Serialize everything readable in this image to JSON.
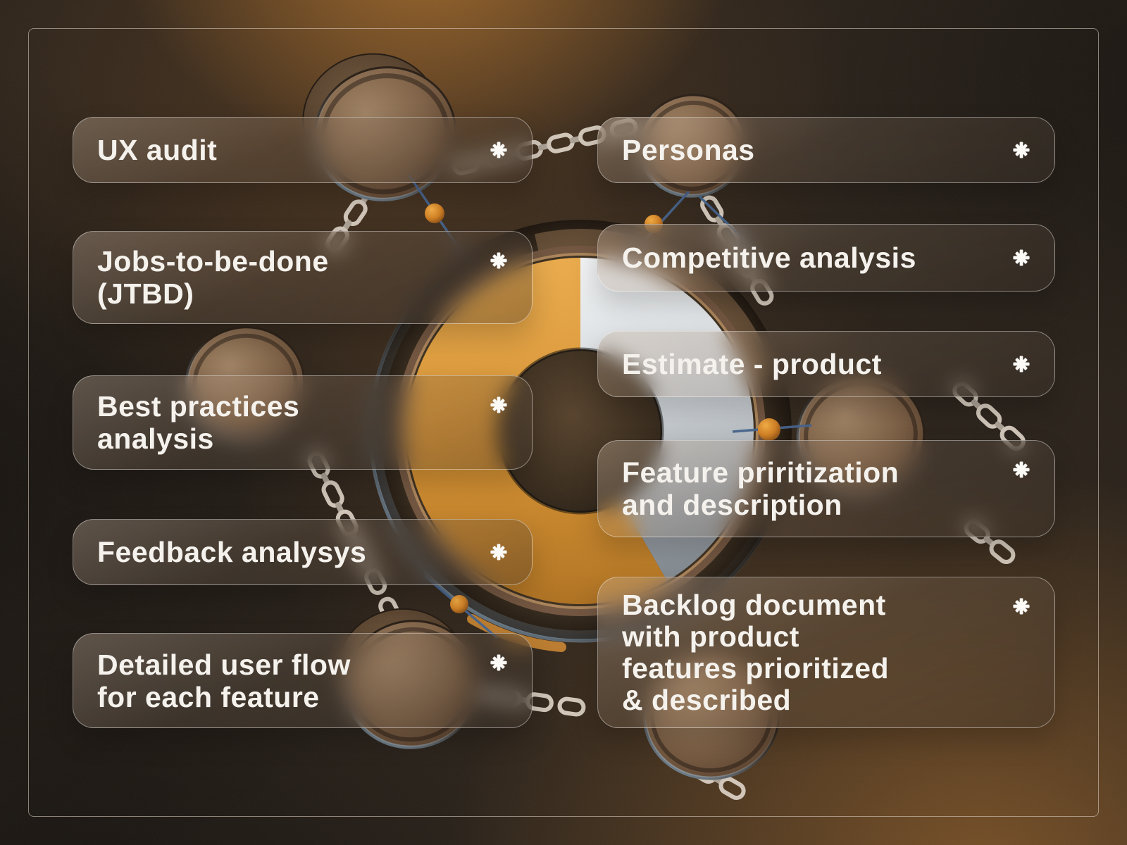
{
  "poster": {
    "title": "UX deliverables poster",
    "colors": {
      "background_brown": "#251d15",
      "glow_orange": "#c87a28",
      "wheel_orange": "#d8922f",
      "wheel_silver": "#dfe2e5",
      "card_text": "#f5f2ed",
      "chain_silver": "#cfc4b6",
      "ball_orange": "#e0912f",
      "frame_line": "#e2d6c8"
    }
  },
  "cards": [
    {
      "id": "ux-audit",
      "column": "left",
      "label": "UX audit",
      "icon": "asterisk-icon"
    },
    {
      "id": "jtbd",
      "column": "left",
      "label": "Jobs-to-be-done\n(JTBD)",
      "icon": "asterisk-icon"
    },
    {
      "id": "best-practices",
      "column": "left",
      "label": "Best practices\nanalysis",
      "icon": "asterisk-icon"
    },
    {
      "id": "feedback-analysis",
      "column": "left",
      "label": "Feedback analysys",
      "icon": "asterisk-icon"
    },
    {
      "id": "detailed-user-flow",
      "column": "left",
      "label": "Detailed user flow\nfor each feature",
      "icon": "asterisk-icon"
    },
    {
      "id": "personas",
      "column": "right",
      "label": "Personas",
      "icon": "asterisk-icon"
    },
    {
      "id": "competitive-analysis",
      "column": "right",
      "label": "Competitive analysis",
      "icon": "asterisk-icon"
    },
    {
      "id": "estimate-product",
      "column": "right",
      "label": "Estimate - product",
      "icon": "asterisk-icon"
    },
    {
      "id": "feature-prioritization",
      "column": "right",
      "label": "Feature priritization\nand description",
      "icon": "asterisk-icon"
    },
    {
      "id": "backlog-document",
      "column": "right",
      "label": "Backlog document\nwith product\nfeatures prioritized\n& described",
      "icon": "asterisk-icon"
    }
  ]
}
